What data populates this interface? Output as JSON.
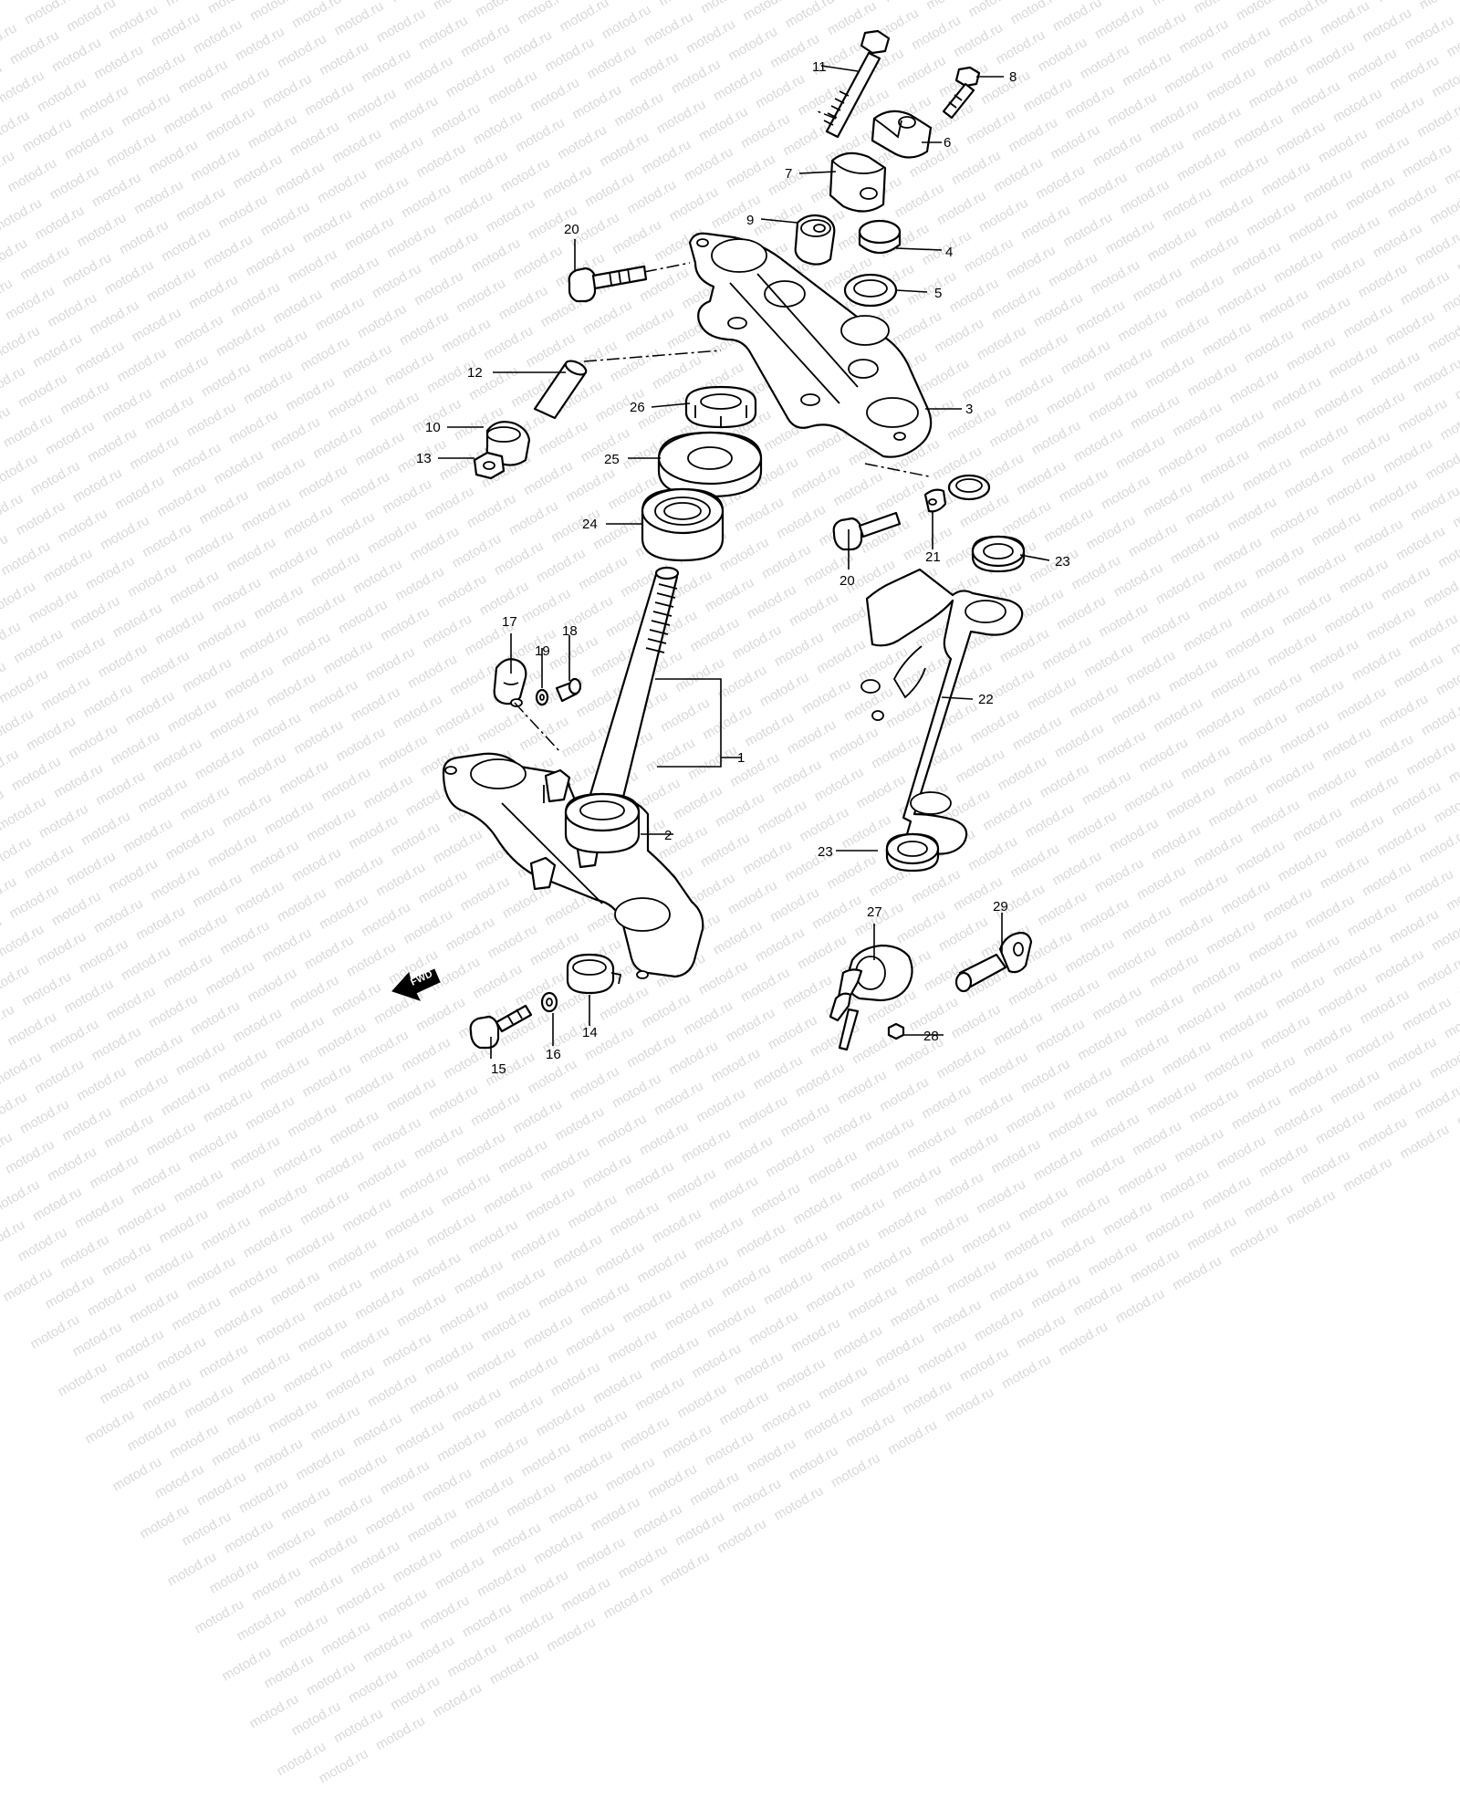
{
  "watermark": "motod.ru",
  "direction_marker": "FWD",
  "callouts": {
    "c1": "1",
    "c2": "2",
    "c3": "3",
    "c4": "4",
    "c5": "5",
    "c6": "6",
    "c7": "7",
    "c8": "8",
    "c9": "9",
    "c10": "10",
    "c11": "11",
    "c12": "12",
    "c13": "13",
    "c14": "14",
    "c15": "15",
    "c16": "16",
    "c17": "17",
    "c18": "18",
    "c19": "19",
    "c20a": "20",
    "c20b": "20",
    "c21": "21",
    "c22": "22",
    "c23a": "23",
    "c23b": "23",
    "c24": "24",
    "c25": "25",
    "c26": "26",
    "c27": "27",
    "c28": "28",
    "c29": "29"
  }
}
